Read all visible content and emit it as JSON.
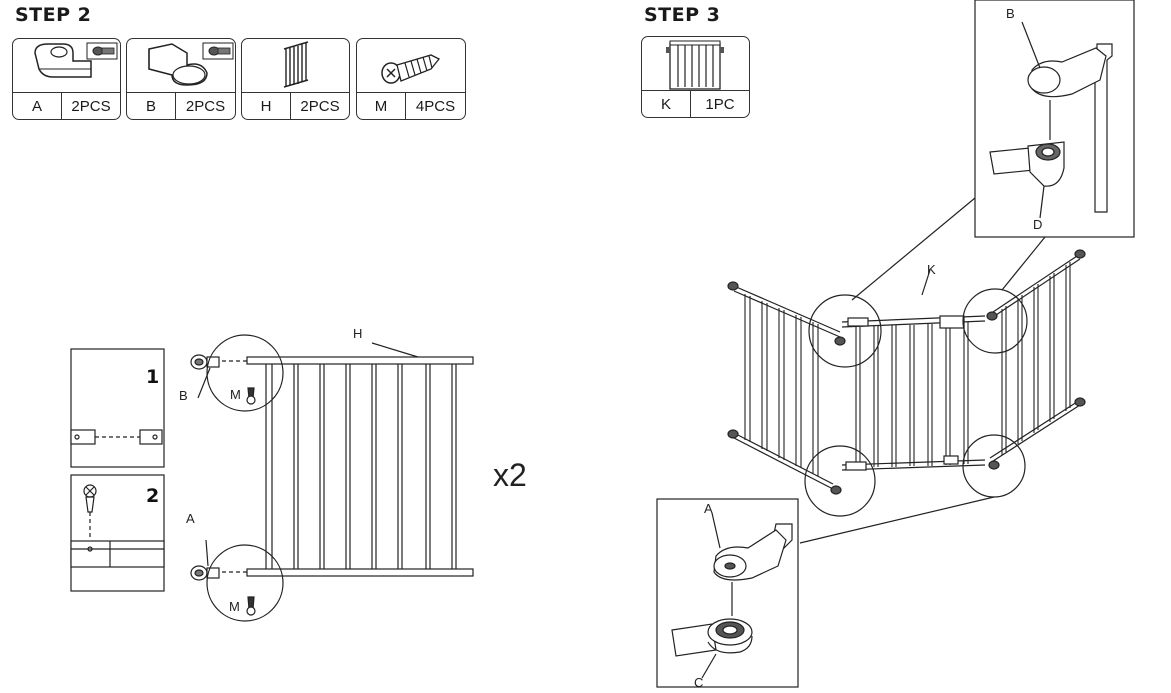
{
  "step2": {
    "title": "STEP 2",
    "parts": [
      {
        "id": "A",
        "qty": "2PCS",
        "icon": "connector-a-icon"
      },
      {
        "id": "B",
        "qty": "2PCS",
        "icon": "connector-b-icon"
      },
      {
        "id": "H",
        "qty": "2PCS",
        "icon": "fence-panel-icon"
      },
      {
        "id": "M",
        "qty": "4PCS",
        "icon": "screw-icon"
      }
    ],
    "substeps": [
      "1",
      "2"
    ],
    "labels": {
      "b": "B",
      "a": "A",
      "h": "H",
      "m_top": "M",
      "m_bottom": "M"
    },
    "multiplier": "x2"
  },
  "step3": {
    "title": "STEP 3",
    "parts": [
      {
        "id": "K",
        "qty": "1PC",
        "icon": "gate-panel-icon"
      }
    ],
    "labels": {
      "b": "B",
      "d": "D",
      "k": "K",
      "a": "A",
      "c": "C"
    }
  }
}
